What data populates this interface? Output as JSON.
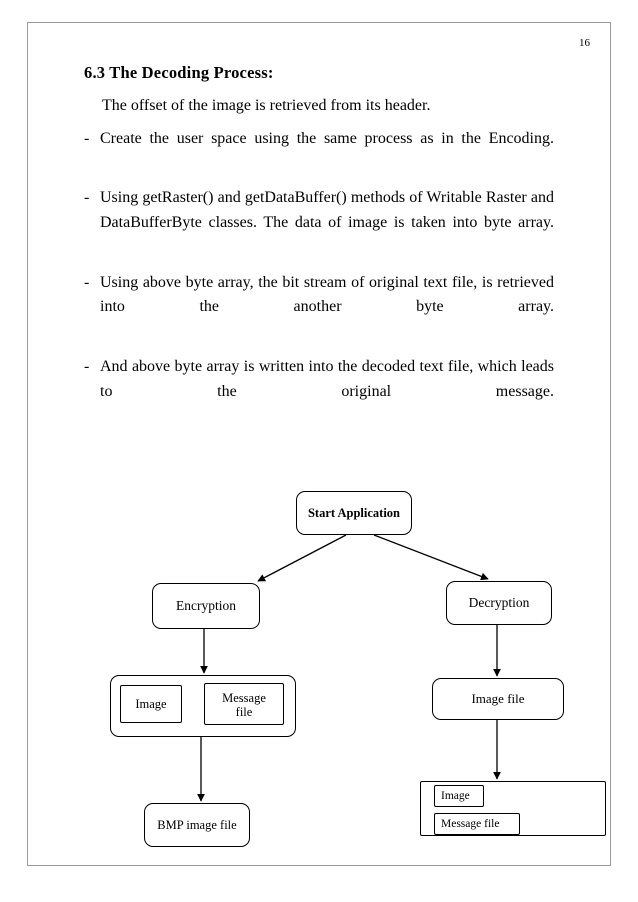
{
  "page": {
    "number": "16"
  },
  "section": {
    "heading": "6.3 The Decoding Process:",
    "intro": "The offset of the image is retrieved from its header.",
    "bullets": [
      {
        "marker": "-",
        "text": "Create the user space using the same process as in the Encoding."
      },
      {
        "marker": "-",
        "text": "Using getRaster() and getDataBuffer() methods of Writable Raster and DataBufferByte classes. The data of image is taken into byte array."
      },
      {
        "marker": "-",
        "text": "Using above byte array, the bit stream of original text file, is retrieved into the another byte array."
      },
      {
        "marker": "-",
        "text": "And above byte array is written into the decoded text file, which leads to the original message."
      }
    ]
  },
  "diagram": {
    "nodes": {
      "start": "Start Application",
      "encryption": "Encryption",
      "decryption": "Decryption",
      "image_inner": "Image",
      "message_file_line1": "Message",
      "message_file_line2": "file",
      "bmp_image_file": "BMP image file",
      "image_file": "Image file",
      "image2": "Image",
      "message_file2": "Message file"
    }
  }
}
